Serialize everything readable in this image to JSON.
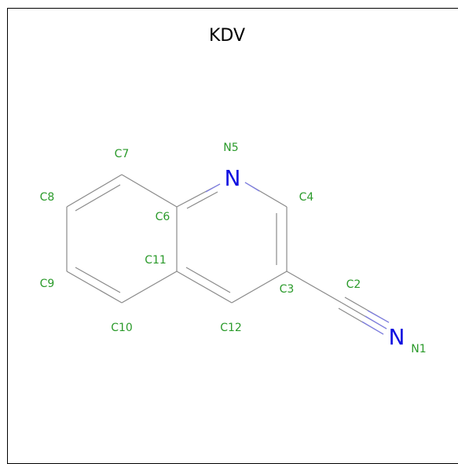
{
  "title": "KDV",
  "colors": {
    "bond": "#8a8a8a",
    "nitrogen_bond": "#7a7ae8",
    "label_green": "#2a9a2a",
    "nitrogen": "#1010e0"
  },
  "atoms": [
    {
      "id": "C7",
      "label": "C7"
    },
    {
      "id": "N5",
      "label": "N5",
      "symbol": "N"
    },
    {
      "id": "C4",
      "label": "C4"
    },
    {
      "id": "C8",
      "label": "C8"
    },
    {
      "id": "C6",
      "label": "C6"
    },
    {
      "id": "C11",
      "label": "C11"
    },
    {
      "id": "C9",
      "label": "C9"
    },
    {
      "id": "C3",
      "label": "C3"
    },
    {
      "id": "C2",
      "label": "C2"
    },
    {
      "id": "C10",
      "label": "C10"
    },
    {
      "id": "C12",
      "label": "C12"
    },
    {
      "id": "N1",
      "label": "N1",
      "symbol": "N"
    }
  ]
}
